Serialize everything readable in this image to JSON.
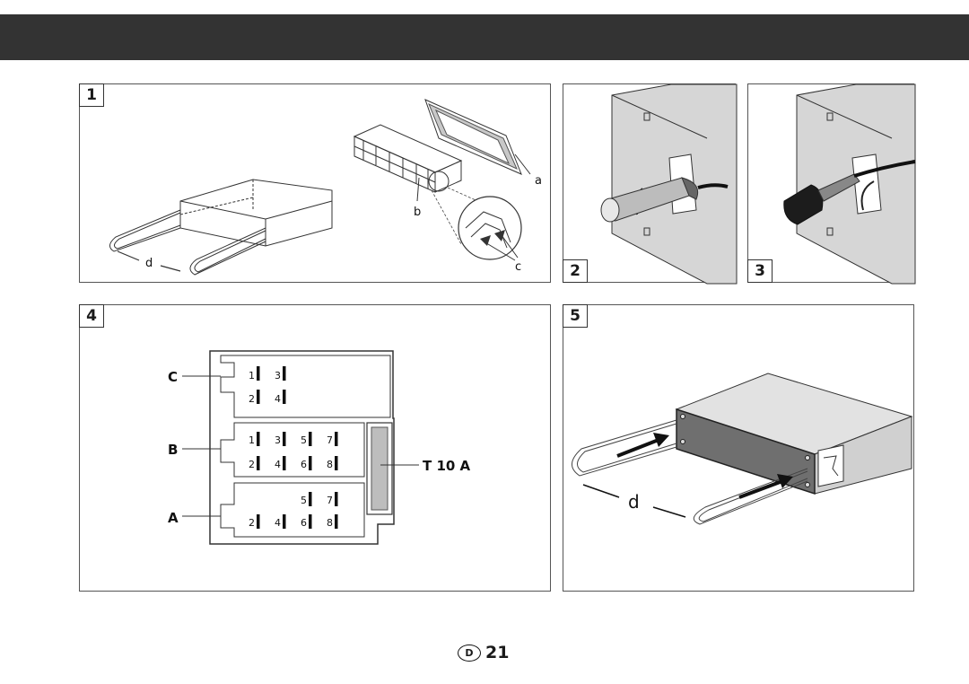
{
  "page_number": "21",
  "country_code": "D",
  "panels": [
    {
      "number": "1",
      "labels": {
        "a": "a",
        "b": "b",
        "c": "c",
        "d": "d"
      }
    },
    {
      "number": "2"
    },
    {
      "number": "3"
    },
    {
      "number": "4",
      "connectors": {
        "C": "C",
        "B": "B",
        "A": "A"
      },
      "fuse": "T 10 A",
      "pins": {
        "C": [
          "1",
          "3",
          "2",
          "4"
        ],
        "B": [
          "1",
          "3",
          "5",
          "7",
          "2",
          "4",
          "6",
          "8"
        ],
        "A": [
          "5",
          "7",
          "2",
          "4",
          "6",
          "8"
        ]
      }
    },
    {
      "number": "5",
      "labels": {
        "d": "d"
      }
    }
  ],
  "colors": {
    "header_bar": "#333333",
    "panel_border": "#555555",
    "fuse_fill": "#bdbdbd",
    "unit_face": "#6f6f6f"
  }
}
